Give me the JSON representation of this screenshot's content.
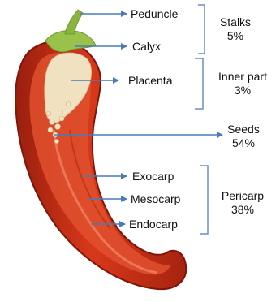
{
  "parts": {
    "peduncle": "Peduncle",
    "calyx": "Calyx",
    "placenta": "Placenta",
    "exocarp": "Exocarp",
    "mesocarp": "Mesocarp",
    "endocarp": "Endocarp"
  },
  "groups": {
    "stalks": {
      "name": "Stalks",
      "share": "5%"
    },
    "inner_part": {
      "name": "Inner part",
      "share": "3%"
    },
    "seeds": {
      "name": "Seeds",
      "share": "54%"
    },
    "pericarp": {
      "name": "Pericarp",
      "share": "38%"
    }
  },
  "colors": {
    "arrow": "#4a7ab8",
    "bracket": "#6a8fc4",
    "pepper_skin": "#c42a14",
    "pepper_dark": "#8e1a0c",
    "pepper_flesh": "#e0502e",
    "calyx": "#9ac24a",
    "placenta": "#f0e2c0",
    "seed": "#f3e6c6"
  }
}
